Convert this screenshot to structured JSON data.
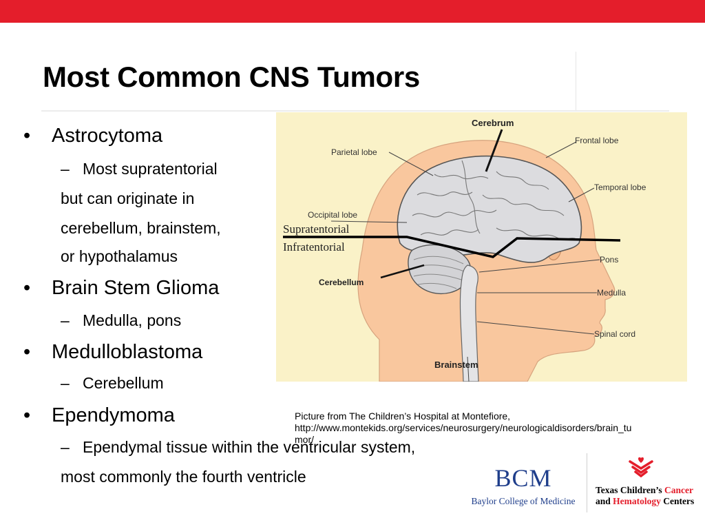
{
  "slide": {
    "title": "Most Common CNS Tumors",
    "bullets": [
      {
        "text": "Astrocytoma",
        "sub": "Most supratentorial",
        "cont": [
          "but can originate in",
          "cerebellum, brainstem,",
          "or hypothalamus"
        ]
      },
      {
        "text": "Brain Stem Glioma",
        "sub": "Medulla, pons"
      },
      {
        "text": "Medulloblastoma",
        "sub": "Cerebellum"
      },
      {
        "text": "Ependymoma",
        "sub": "Ependymal tissue within the ventricular system,",
        "cont": [
          "most commonly the fourth ventricle"
        ]
      }
    ],
    "bullet_glyph": "•",
    "dash_glyph": "–"
  },
  "figure": {
    "labels": {
      "cerebrum": "Cerebrum",
      "parietal": "Parietal lobe",
      "frontal": "Frontal lobe",
      "temporal": "Temporal lobe",
      "occipital": "Occipital lobe",
      "supratentorial": "Supratentorial",
      "infratentorial": "Infratentorial",
      "pons": "Pons",
      "cerebellum": "Cerebellum",
      "medulla": "Medulla",
      "spinal": "Spinal cord",
      "brainstem": "Brainstem"
    },
    "colors": {
      "background": "#faf2c8",
      "skin": "#f9c79e",
      "brain": "#d9d9dc",
      "outline": "#555555"
    }
  },
  "caption": {
    "line1": "Picture from The Children’s Hospital at Montefiore,",
    "line2": "http://www.montekids.org/services/neurosurgery/neurologicaldisorders/brain_tu",
    "line3": "mor/"
  },
  "logos": {
    "bcm_mark": "BCM",
    "bcm_name": "Baylor College of Medicine",
    "tch_line1_a": "Texas Children’s ",
    "tch_line1_b": "Cancer",
    "tch_line2_a": "and ",
    "tch_line2_b": "Hematology",
    "tch_line2_c": " Centers"
  },
  "colors": {
    "accent_red": "#e41e2b",
    "bcm_blue": "#1f3e8b"
  }
}
